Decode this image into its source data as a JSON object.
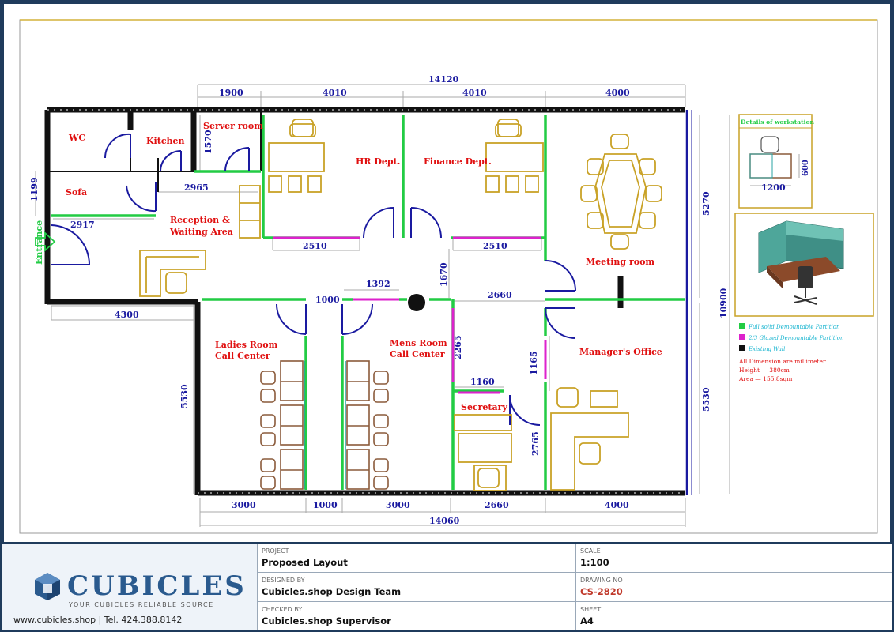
{
  "plan": {
    "rooms": {
      "wc": "WC",
      "kitchen": "Kitchen",
      "server": "Server room",
      "hr": "HR Dept.",
      "finance": "Finance Dept.",
      "meeting": "Meeting room",
      "sofa": "Sofa",
      "reception_1": "Reception &",
      "reception_2": "Waiting Area",
      "entrance": "Entrance",
      "ladies_1": "Ladies Room",
      "ladies_2": "Call Center",
      "mens_1": "Mens Room",
      "mens_2": "Call Center",
      "secretary": "Secretary",
      "manager": "Manager's Office"
    },
    "dims": {
      "top_total": "14120",
      "top_1": "1900",
      "top_2": "4010",
      "top_3": "4010",
      "top_4": "4000",
      "left_1199": "1199",
      "kit_2965": "2965",
      "rec_1570": "1570",
      "sofa_2917": "2917",
      "hr_2510": "2510",
      "fin_2510": "2510",
      "corr_1670": "1670",
      "right_5270": "5270",
      "right_10900": "10900",
      "left_4300": "4300",
      "corr_1000": "1000",
      "corr_1392": "1392",
      "corr_2660": "2660",
      "left_5530": "5530",
      "sec_2265": "2265",
      "sec_1165": "1165",
      "sec_1160": "1160",
      "sec_2765": "2765",
      "right_5530": "5530",
      "bot_1": "3000",
      "bot_2": "1000",
      "bot_3": "3000",
      "bot_4": "2660",
      "bot_5": "4000",
      "bot_total": "14060"
    },
    "workstation": {
      "title": "Details of workstation",
      "w": "1200",
      "h": "600"
    },
    "legend": {
      "l1": "Full solid Demountable Partition",
      "l2": "2/3 Glazed Demountable Partition",
      "l3": "Existing Wall",
      "note1": "All Dimension are millimeter",
      "note2": "Height  — 380cm",
      "note3": "Area  — 155.8sqm"
    },
    "colors": {
      "wall": "#111111",
      "solid_partition": "#22cc44",
      "glazed_partition": "#dd22cc",
      "dimension": "#1a1aa0",
      "furniture": "#c9a227",
      "label": "#e01010"
    }
  },
  "titleblock": {
    "brand": "CUBICLES",
    "tagline": "YOUR CUBICLES RELIABLE SOURCE",
    "contact": "www.cubicles.shop  |  Tel. 424.388.8142",
    "project_label": "PROJECT",
    "project_value": "Proposed Layout",
    "designed_label": "DESIGNED BY",
    "designed_value": "Cubicles.shop Design Team",
    "checked_label": "CHECKED BY",
    "checked_value": "Cubicles.shop Supervisor",
    "scale_label": "SCALE",
    "scale_value": "1:100",
    "drawing_label": "DRAWING NO",
    "drawing_value": "CS-2820",
    "sheet_label": "SHEET",
    "sheet_value": "A4"
  }
}
